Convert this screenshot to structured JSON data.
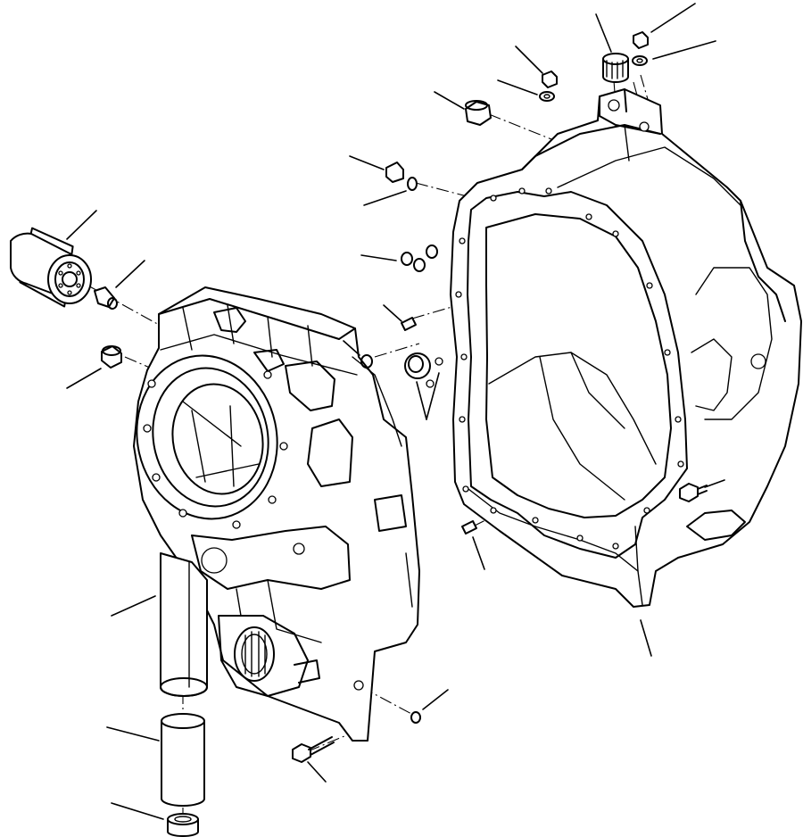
{
  "diagram": {
    "kind": "exploded-parts-view",
    "colors": {
      "line": "#000000",
      "background": "#ffffff"
    },
    "parts": [
      {
        "id": "oil-filter-cartridge",
        "icon": "cylinder"
      },
      {
        "id": "filter-nipple",
        "icon": "threaded-fitting"
      },
      {
        "id": "plug-left",
        "icon": "plug"
      },
      {
        "id": "front-cover-housing",
        "icon": "housing"
      },
      {
        "id": "rear-transmission-case",
        "icon": "housing"
      },
      {
        "id": "suction-tube-assembly",
        "icon": "tube"
      },
      {
        "id": "sleeve",
        "icon": "tube"
      },
      {
        "id": "cap",
        "icon": "cap"
      },
      {
        "id": "bolt-bottom",
        "icon": "bolt"
      },
      {
        "id": "dowel-pin-bottom",
        "icon": "pin"
      },
      {
        "id": "dowel-pin-upper",
        "icon": "pin"
      },
      {
        "id": "dowel-pin-lower",
        "icon": "pin"
      },
      {
        "id": "o-ring-single",
        "icon": "o-ring"
      },
      {
        "id": "o-ring-pair",
        "icon": "o-ring"
      },
      {
        "id": "plug-with-washer",
        "icon": "plug"
      },
      {
        "id": "breather-plug",
        "icon": "plug"
      },
      {
        "id": "top-plug",
        "icon": "plug"
      },
      {
        "id": "vent-cap",
        "icon": "cap"
      },
      {
        "id": "small-plug-top",
        "icon": "plug"
      },
      {
        "id": "washer-top",
        "icon": "washer"
      },
      {
        "id": "side-plug-right",
        "icon": "plug"
      }
    ]
  }
}
